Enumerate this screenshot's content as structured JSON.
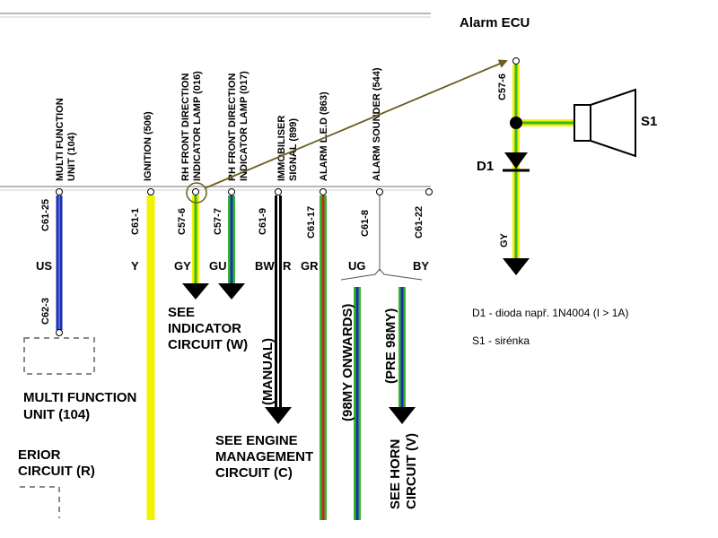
{
  "title": "Alarm ECU",
  "colors": {
    "blue": "#1c2fb4",
    "yellow": "#f2f200",
    "green": "#37b52c",
    "red": "#c62828",
    "black": "#000000",
    "gray_rail": "#b8b8b8",
    "annotation": "#6b5d1f"
  },
  "header_labels": {
    "multi_function": [
      "MULTI FUNCTION",
      "UNIT (104)"
    ],
    "ignition": "IGNITION (506)",
    "rh_front_016": [
      "RH FRONT DIRECTION",
      "INDICATOR LAMP (016)"
    ],
    "rh_front_017": [
      "RH FRONT DIRECTION",
      "INDICATOR LAMP (017)"
    ],
    "immobiliser": [
      "IMMOBILISER",
      "SIGNAL (899)"
    ],
    "alarm_led": "ALARM L.E.D (863)",
    "alarm_sounder": "ALARM SOUNDER (544)"
  },
  "connectors": {
    "c61_25": "C61-25",
    "c62_3": "C62-3",
    "c61_1": "C61-1",
    "c57_6": "C57-6",
    "c57_7": "C57-7",
    "c61_9": "C61-9",
    "c61_17": "C61-17",
    "c61_8": "C61-8",
    "c61_22": "C61-22",
    "c57_6_ecu": "C57-6"
  },
  "wire_codes": {
    "us": "US",
    "y": "Y",
    "gy": "GY",
    "gu": "GU",
    "bw": "BW",
    "r": "R",
    "gr": "GR",
    "ug": "UG",
    "by": "BY",
    "gy_ecu": "GY"
  },
  "components": {
    "d1": "D1",
    "s1": "S1"
  },
  "bottom_labels": {
    "see_indicator": [
      "SEE",
      "INDICATOR",
      "CIRCUIT (W)"
    ],
    "multi_function_unit": [
      "MULTI FUNCTION",
      "UNIT (104)"
    ],
    "interior": [
      "ERIOR",
      "CIRCUIT (R)"
    ],
    "manual": "(MANUAL)",
    "see_engine": [
      "SEE ENGINE",
      "MANAGEMENT",
      "CIRCUIT (C)"
    ],
    "onwards_98my": "(98MY ONWARDS)",
    "pre_98my": "(PRE 98MY)",
    "see_horn": [
      "SEE HORN",
      "CIRCUIT (V)"
    ]
  },
  "notes": {
    "d1_note": "D1 - dioda např. 1N4004 (I > 1A)",
    "s1_note": "S1 - sirénka"
  }
}
